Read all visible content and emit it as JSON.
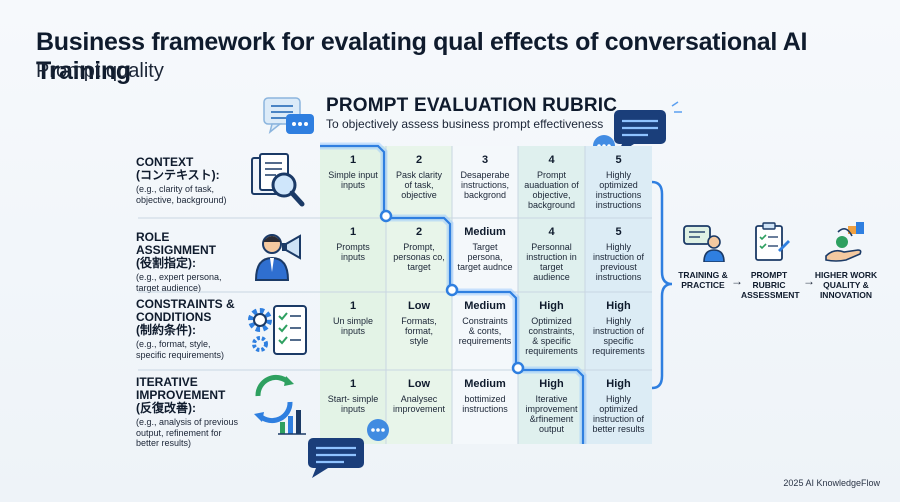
{
  "header": {
    "title": "Business framework for evalating qual effects of conversational AI Training",
    "subtitle": "Prompt quality"
  },
  "rubric": {
    "title": "PROMPT EVALUATION RUBRIC",
    "subtitle": "To objectively assess business prompt effectiveness"
  },
  "criteria": [
    {
      "title_lines": [
        "CONTEXT",
        "(コンテキスト):"
      ],
      "desc_lines": [
        "(e.g., clarity of task,",
        "objective, background)"
      ],
      "icon": "document-magnifier-icon"
    },
    {
      "title_lines": [
        "ROLE ASSIGNMENT",
        "(役割指定):"
      ],
      "desc_lines": [
        "(e.g., expert persona,",
        "target audience)"
      ],
      "icon": "person-megaphone-icon"
    },
    {
      "title_lines": [
        "CONSTRAINTS &",
        "CONDITIONS",
        "(制約条件):"
      ],
      "desc_lines": [
        "(e.g., format, style,",
        "specific requirements)"
      ],
      "icon": "gear-checklist-icon"
    },
    {
      "title_lines": [
        "ITERATIVE",
        "IMPROVEMENT",
        "(反復改善):"
      ],
      "desc_lines": [
        "(e.g., analysis of previous",
        "output, refinement for",
        "better results)"
      ],
      "icon": "cycle-chart-icon"
    }
  ],
  "grid": [
    [
      {
        "level": "1",
        "desc": [
          "Simple input",
          "inputs"
        ]
      },
      {
        "level": "2",
        "desc": [
          "Pask clarity",
          "of task,",
          "objective"
        ]
      },
      {
        "level": "3",
        "desc": [
          "Desaperabe",
          "instructions,",
          "backgrond"
        ]
      },
      {
        "level": "4",
        "desc": [
          "Prompt",
          "auaduation of",
          "objective,",
          "background"
        ]
      },
      {
        "level": "5",
        "desc": [
          "Highly",
          "optimized",
          "instructions",
          "instructions"
        ]
      }
    ],
    [
      {
        "level": "1",
        "desc": [
          "Prompts",
          "inputs"
        ]
      },
      {
        "level": "2",
        "desc": [
          "Prompt,",
          "personas co,",
          "target"
        ]
      },
      {
        "level": "Medium",
        "desc": [
          "Target",
          "persona,",
          "target audnce"
        ]
      },
      {
        "level": "4",
        "desc": [
          "Personnal",
          "instruction in",
          "target",
          "audience"
        ]
      },
      {
        "level": "5",
        "desc": [
          "Highly",
          "instruction of",
          "previoust",
          "instructions"
        ]
      }
    ],
    [
      {
        "level": "1",
        "desc": [
          "Un simple",
          "inputs"
        ]
      },
      {
        "level": "Low",
        "desc": [
          "Formats,",
          "format,",
          "style"
        ]
      },
      {
        "level": "Medium",
        "desc": [
          "Constraints",
          "& conts,",
          "requirements"
        ]
      },
      {
        "level": "High",
        "desc": [
          "Optimized",
          "constraints,",
          "& specific",
          "requirements"
        ]
      },
      {
        "level": "High",
        "desc": [
          "Highly",
          "instruction of",
          "specific",
          "requirements"
        ]
      }
    ],
    [
      {
        "level": "1",
        "desc": [
          "Start- simple",
          "inputs"
        ]
      },
      {
        "level": "Low",
        "desc": [
          "Analysec",
          "improvement"
        ]
      },
      {
        "level": "Medium",
        "desc": [
          "bottimized",
          "instructions"
        ]
      },
      {
        "level": "High",
        "desc": [
          "Iterative",
          "improvement",
          "&rfinement",
          "output"
        ]
      },
      {
        "level": "High",
        "desc": [
          "Highly",
          "optimized",
          "instruction of",
          "better results"
        ]
      }
    ]
  ],
  "flow": [
    {
      "label_lines": [
        "TRAINING &",
        "PRACTICE"
      ],
      "icon": "trainer-icon"
    },
    {
      "label_lines": [
        "PROMPT",
        "RUBRIC",
        "ASSESSMENT"
      ],
      "icon": "clipboard-icon"
    },
    {
      "label_lines": [
        "HIGHER WORK",
        "QUALITY &",
        "INNOVATION"
      ],
      "icon": "hand-growth-icon"
    }
  ],
  "footer": "2025 AI KnowledgeFlow",
  "colors": {
    "accent": "#2f7fe0",
    "col1": "#e3f3e6",
    "col2": "#e8f5ea",
    "col4": "#dff0ee",
    "col5": "#dcecf5"
  }
}
